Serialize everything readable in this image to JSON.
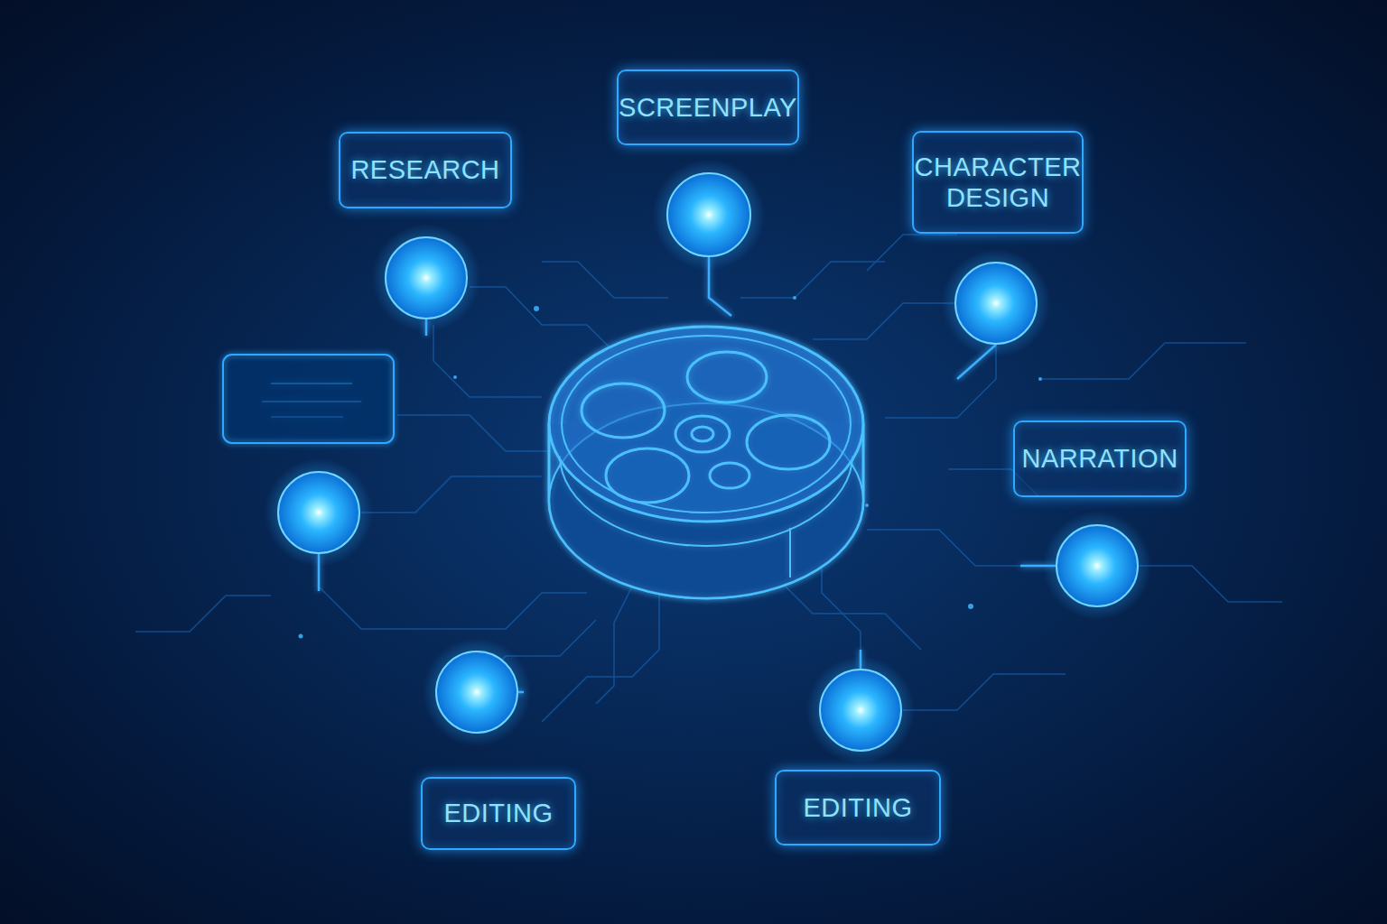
{
  "diagram": {
    "nodes": [
      {
        "text": [
          "SCREENPLAY"
        ]
      },
      {
        "text": [
          "RESEARCH"
        ]
      },
      {
        "text": [
          "CHARACTER DESIGN"
        ]
      },
      {
        "text": [
          "NARRATION"
        ]
      },
      {
        "text": [
          "EDITING"
        ]
      },
      {
        "text": [
          "EDITING"
        ]
      }
    ]
  }
}
